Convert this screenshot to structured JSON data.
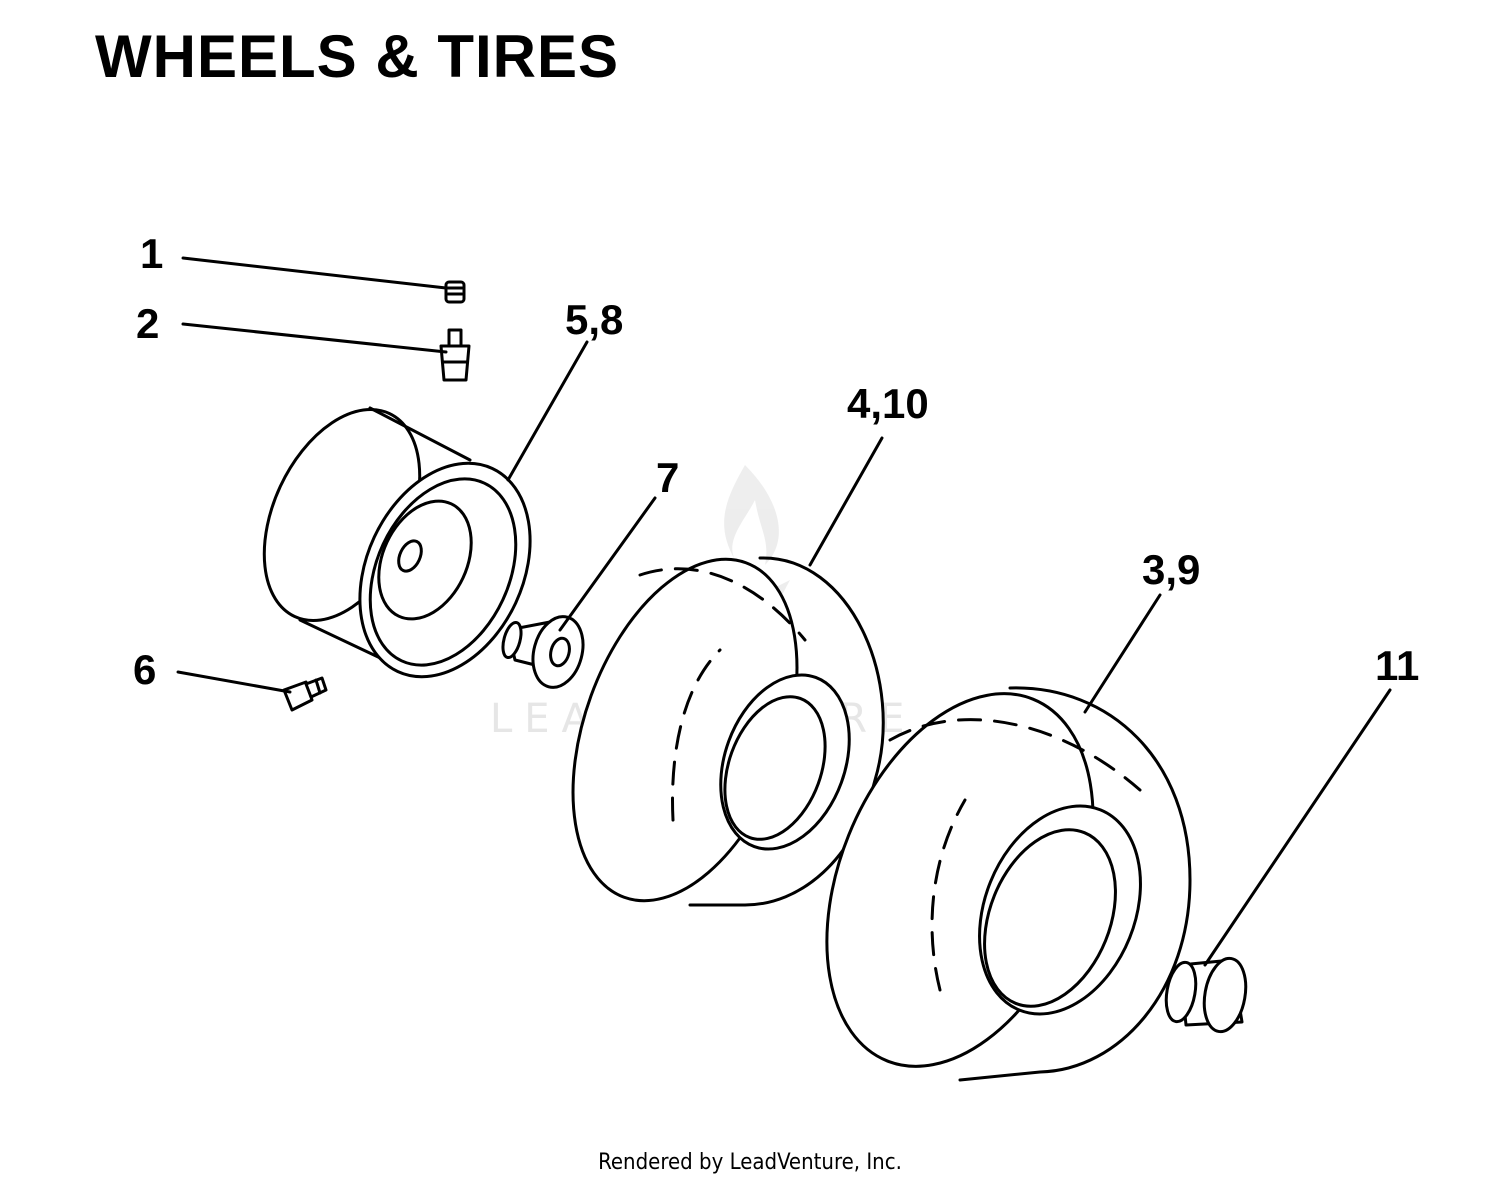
{
  "title": "WHEELS & TIRES",
  "footer": "Rendered by LeadVenture, Inc.",
  "watermark": "LEADVENTURE",
  "callouts": {
    "c1": "1",
    "c2": "2",
    "c58": "5,8",
    "c410": "4,10",
    "c7": "7",
    "c39": "3,9",
    "c6": "6",
    "c11": "11"
  },
  "colors": {
    "line": "#000000",
    "watermark": "#e6e6e6",
    "background": "#ffffff"
  }
}
